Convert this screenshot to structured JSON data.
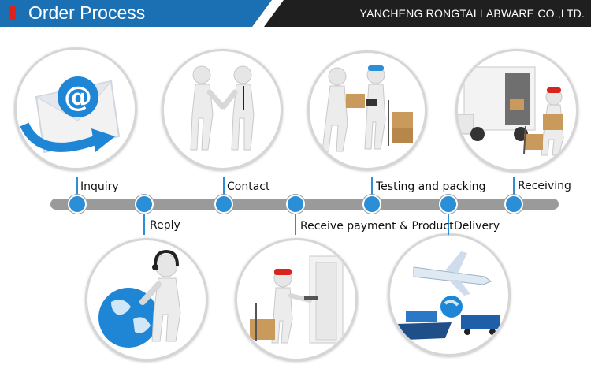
{
  "header": {
    "title": "Order Process",
    "company": "YANCHENG RONGTAI LABWARE CO.,LTD."
  },
  "colors": {
    "accent": "#2a8fd6",
    "header_bg": "#1f1f1f",
    "header_blue": "#1b6fb3",
    "timeline": "#9a9a9a",
    "red_mark": "#e0201b"
  },
  "steps": [
    {
      "label": "Inquiry",
      "icon": "email-at-icon"
    },
    {
      "label": "Reply",
      "icon": "globe-headset-icon"
    },
    {
      "label": "Contact",
      "icon": "handshake-icon"
    },
    {
      "label": "Receive payment & Product",
      "icon": "delivery-signing-icon"
    },
    {
      "label": "Testing and packing",
      "icon": "packing-boxes-icon"
    },
    {
      "label": "Delivery",
      "icon": "plane-ship-truck-icon"
    },
    {
      "label": "Receiving",
      "icon": "truck-unloading-icon"
    }
  ]
}
